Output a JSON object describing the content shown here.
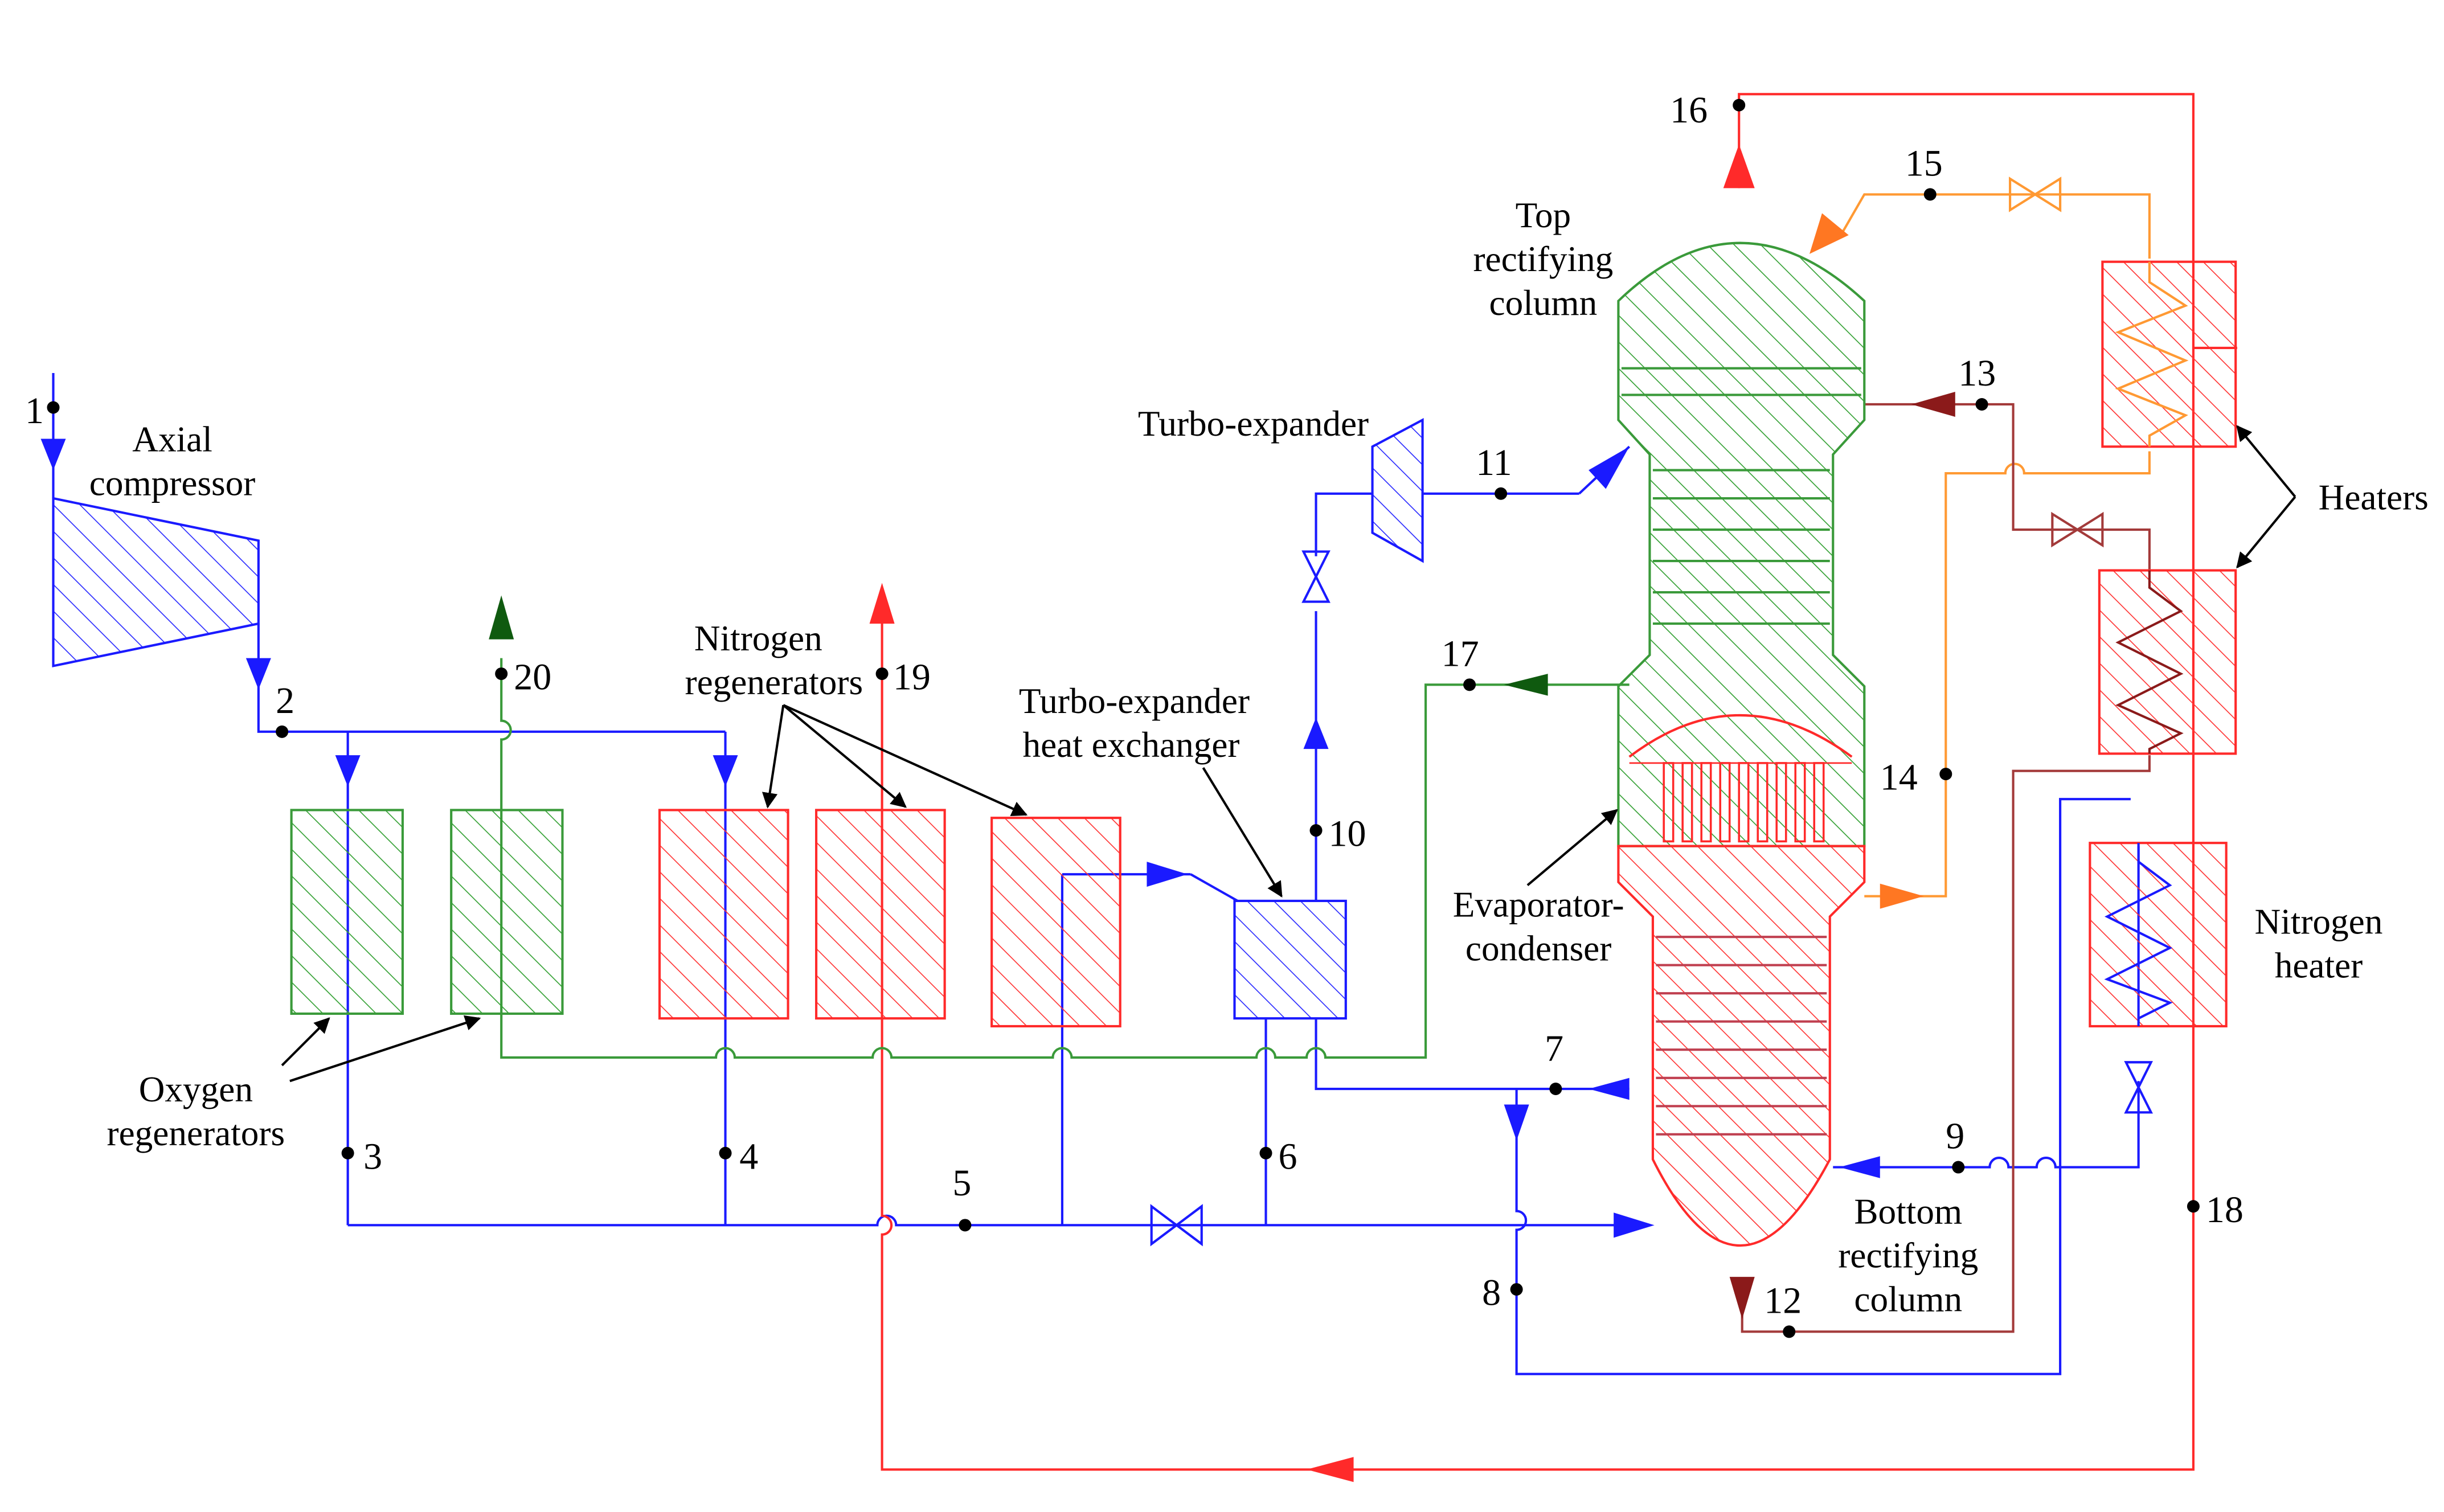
{
  "colors": {
    "blue": "#1a1aff",
    "red": "#ff2a2a",
    "green": "#3a9a3a",
    "dark_green": "#0f5a0f",
    "orange": "#ff9933",
    "dark_red": "#8b1a1a",
    "hatch_blue": "#2a2aff",
    "hatch_red": "#ff3333",
    "hatch_green": "#33a033"
  },
  "labels": {
    "axial_compressor_l1": "Axial",
    "axial_compressor_l2": "compressor",
    "turbo_expander": "Turbo-expander",
    "top_column_l1": "Top",
    "top_column_l2": "rectifying",
    "top_column_l3": "column",
    "heaters": "Heaters",
    "nitrogen_regen_l1": "Nitrogen",
    "nitrogen_regen_l2": "regenerators",
    "te_hx_l1": "Turbo-expander",
    "te_hx_l2": "heat exchanger",
    "evap_l1": "Evaporator-",
    "evap_l2": "condenser",
    "nitrogen_heater_l1": "Nitrogen",
    "nitrogen_heater_l2": "heater",
    "oxygen_regen_l1": "Oxygen",
    "oxygen_regen_l2": "regenerators",
    "bottom_column_l1": "Bottom",
    "bottom_column_l2": "rectifying",
    "bottom_column_l3": "column"
  },
  "points": [
    "1",
    "2",
    "3",
    "4",
    "5",
    "6",
    "7",
    "8",
    "9",
    "10",
    "11",
    "12",
    "13",
    "14",
    "15",
    "16",
    "17",
    "18",
    "19",
    "20"
  ]
}
